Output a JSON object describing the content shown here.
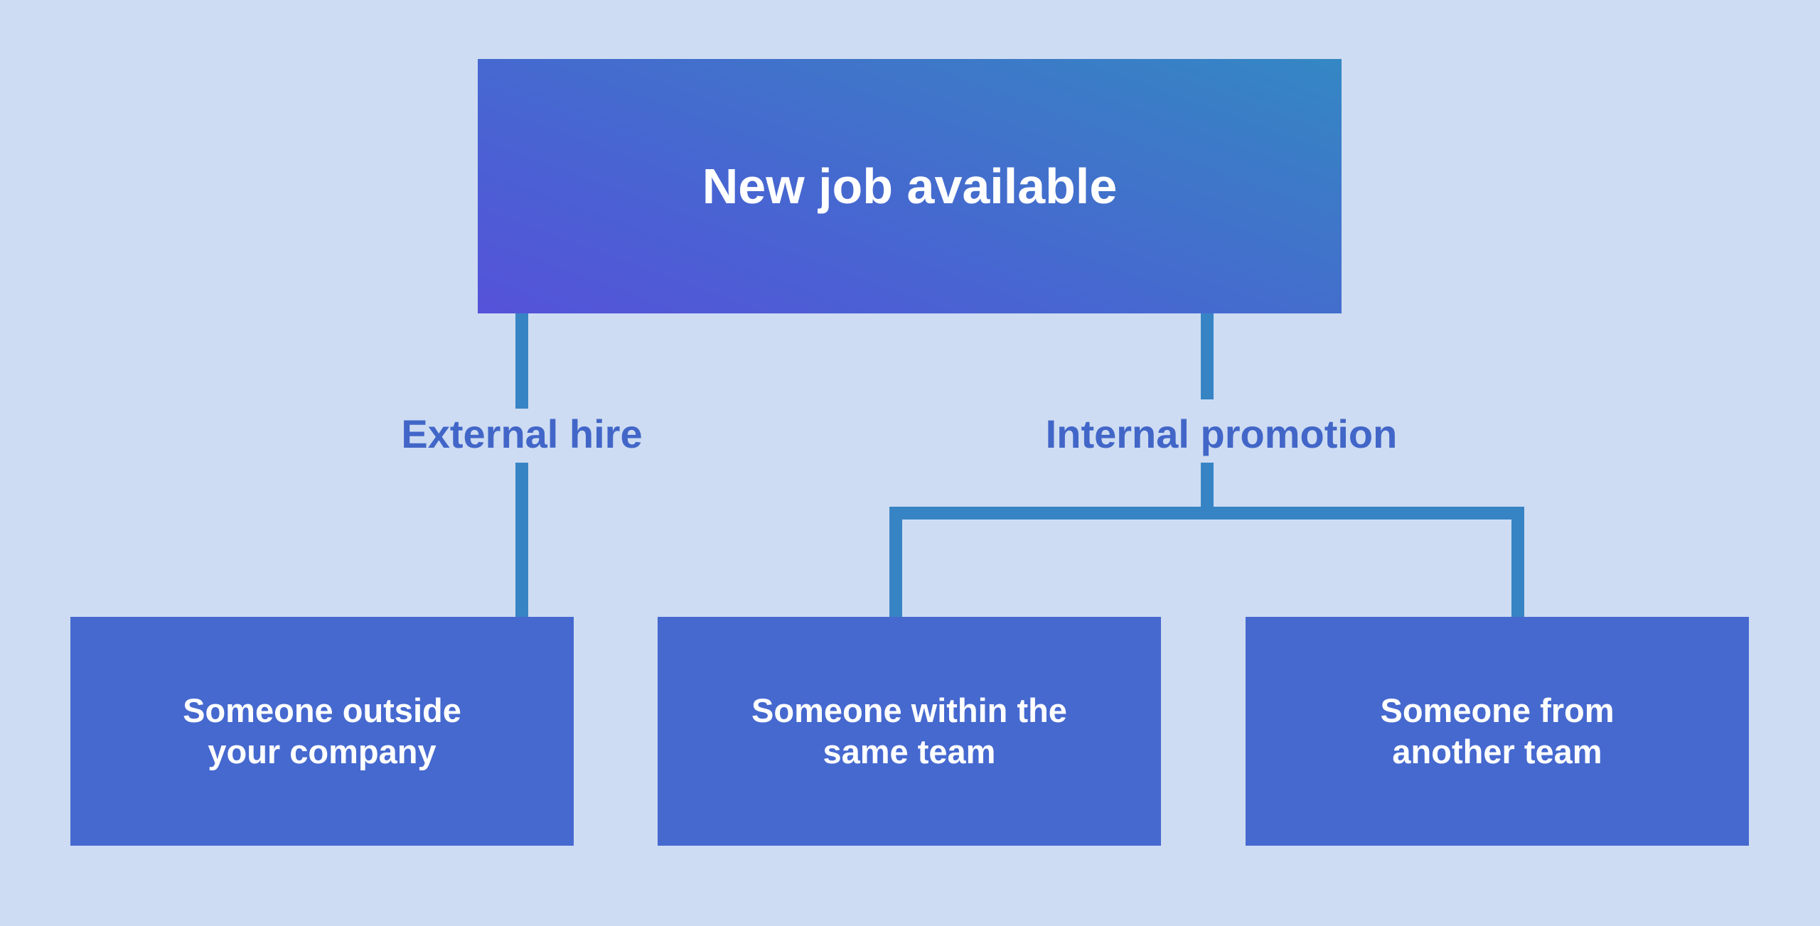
{
  "diagram": {
    "root": {
      "label": "New job available"
    },
    "branches": [
      {
        "label": "External hire",
        "children": [
          {
            "label": "Someone outside\nyour company"
          }
        ]
      },
      {
        "label": "Internal promotion",
        "children": [
          {
            "label": "Someone within the\nsame team"
          },
          {
            "label": "Someone from\nanother team"
          }
        ]
      }
    ]
  },
  "colors": {
    "background": "#cddcf2",
    "root_gradient_start": "#5552d9",
    "root_gradient_end": "#3487c4",
    "connector": "#3784c5",
    "branch_label": "#4266c8",
    "leaf_box": "#4669cf",
    "box_text": "#ffffff"
  }
}
